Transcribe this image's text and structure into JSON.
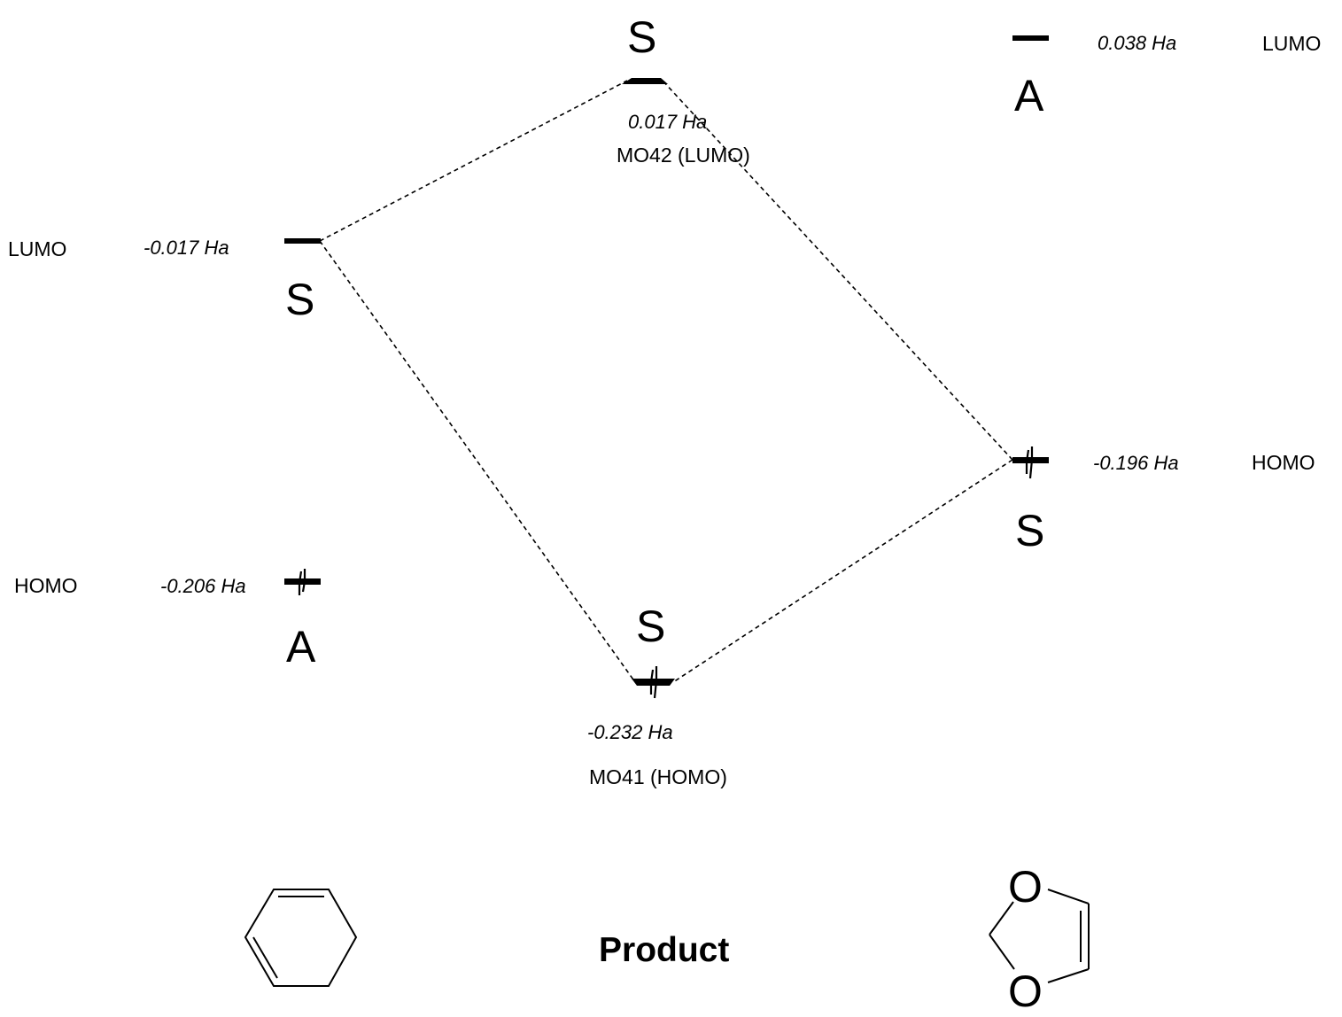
{
  "diagram": {
    "title": "FMO correlation diagram",
    "colors": {
      "ink": "#000000",
      "background": "#ffffff"
    },
    "left_reactant": {
      "name": "cyclohexa-1,3-diene",
      "lumo": {
        "label": "LUMO",
        "energy": "-0.017 Ha",
        "symmetry": "S",
        "occupied": false
      },
      "homo": {
        "label": "HOMO",
        "energy": "-0.206 Ha",
        "symmetry": "A",
        "occupied": true
      }
    },
    "product": {
      "label": "Product",
      "lumo": {
        "label": "MO42 (LUMO)",
        "energy": "0.017 Ha",
        "symmetry": "S",
        "occupied": false
      },
      "homo": {
        "label": "MO41 (HOMO)",
        "energy": "-0.232 Ha",
        "symmetry": "S",
        "occupied": true
      }
    },
    "right_reactant": {
      "name": "1,3-dioxole",
      "lumo": {
        "label": "LUMO",
        "energy": "0.038 Ha",
        "symmetry": "A",
        "occupied": false
      },
      "homo": {
        "label": "HOMO",
        "energy": "-0.196 Ha",
        "symmetry": "S",
        "occupied": true
      },
      "atoms": {
        "top": "O",
        "bottom": "O"
      }
    },
    "correlations": [
      {
        "from": "left_reactant.lumo",
        "to": "product.lumo"
      },
      {
        "from": "left_reactant.lumo",
        "to": "product.homo"
      },
      {
        "from": "right_reactant.homo",
        "to": "product.lumo"
      },
      {
        "from": "right_reactant.homo",
        "to": "product.homo"
      }
    ]
  }
}
